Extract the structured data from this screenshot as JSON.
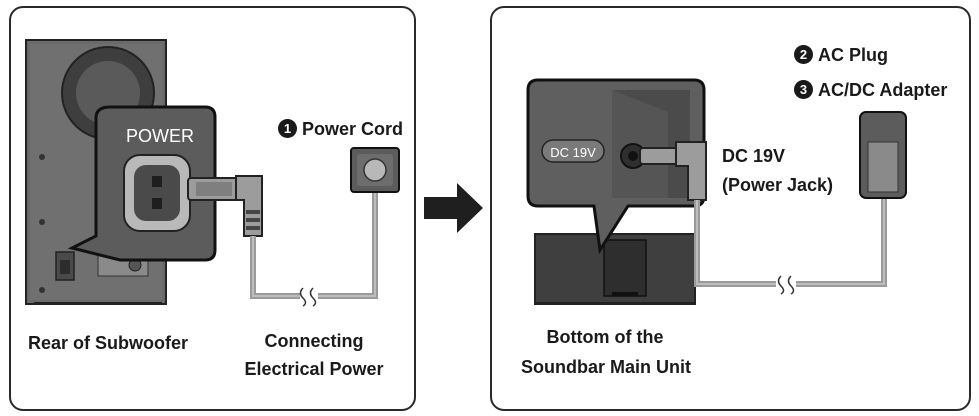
{
  "left_panel": {
    "power_label": "POWER",
    "item1_number": "1",
    "item1_label": "Power Cord",
    "caption_rear": "Rear of Subwoofer",
    "caption_connect_line1": "Connecting",
    "caption_connect_line2": "Electrical Power"
  },
  "right_panel": {
    "dc_badge": "DC 19V",
    "item2_number": "2",
    "item2_label": "AC Plug",
    "item3_number": "3",
    "item3_label": "AC/DC Adapter",
    "jack_line1": "DC 19V",
    "jack_line2": "(Power Jack)",
    "caption_line1": "Bottom of the",
    "caption_line2": "Soundbar Main Unit"
  },
  "colors": {
    "outline": "#2a2a2a",
    "device_dark": "#5e5e5e",
    "device_mid": "#7a7a7a",
    "cable": "#9a9a9a",
    "arrow": "#1f1f1f"
  }
}
